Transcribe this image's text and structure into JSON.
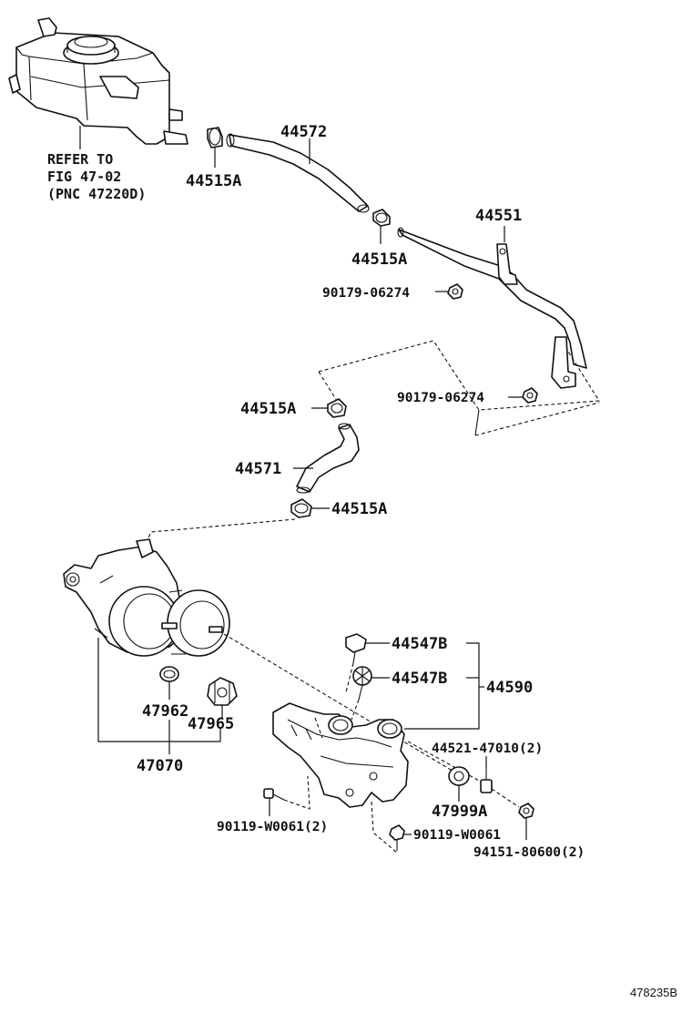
{
  "reference": {
    "line1": "REFER TO",
    "line2": "FIG 47-02",
    "line3": "(PNC 47220D)"
  },
  "parts": {
    "p44572": "44572",
    "p44515A_1": "44515A",
    "p44515A_2": "44515A",
    "p44551": "44551",
    "p90179_06274_1": "90179-06274",
    "p90179_06274_2": "90179-06274",
    "p44515A_3": "44515A",
    "p44571": "44571",
    "p44515A_4": "44515A",
    "p44547B_1": "44547B",
    "p44547B_2": "44547B",
    "p44590": "44590",
    "p47962": "47962",
    "p47965": "47965",
    "p47070": "47070",
    "p44521_47010": "44521-47010(2)",
    "p47999A": "47999A",
    "p90119_W0061_2": "90119-W0061(2)",
    "p90119_W0061": "90119-W0061",
    "p94151_80600": "94151-80600(2)"
  },
  "figure_id": "478235B"
}
